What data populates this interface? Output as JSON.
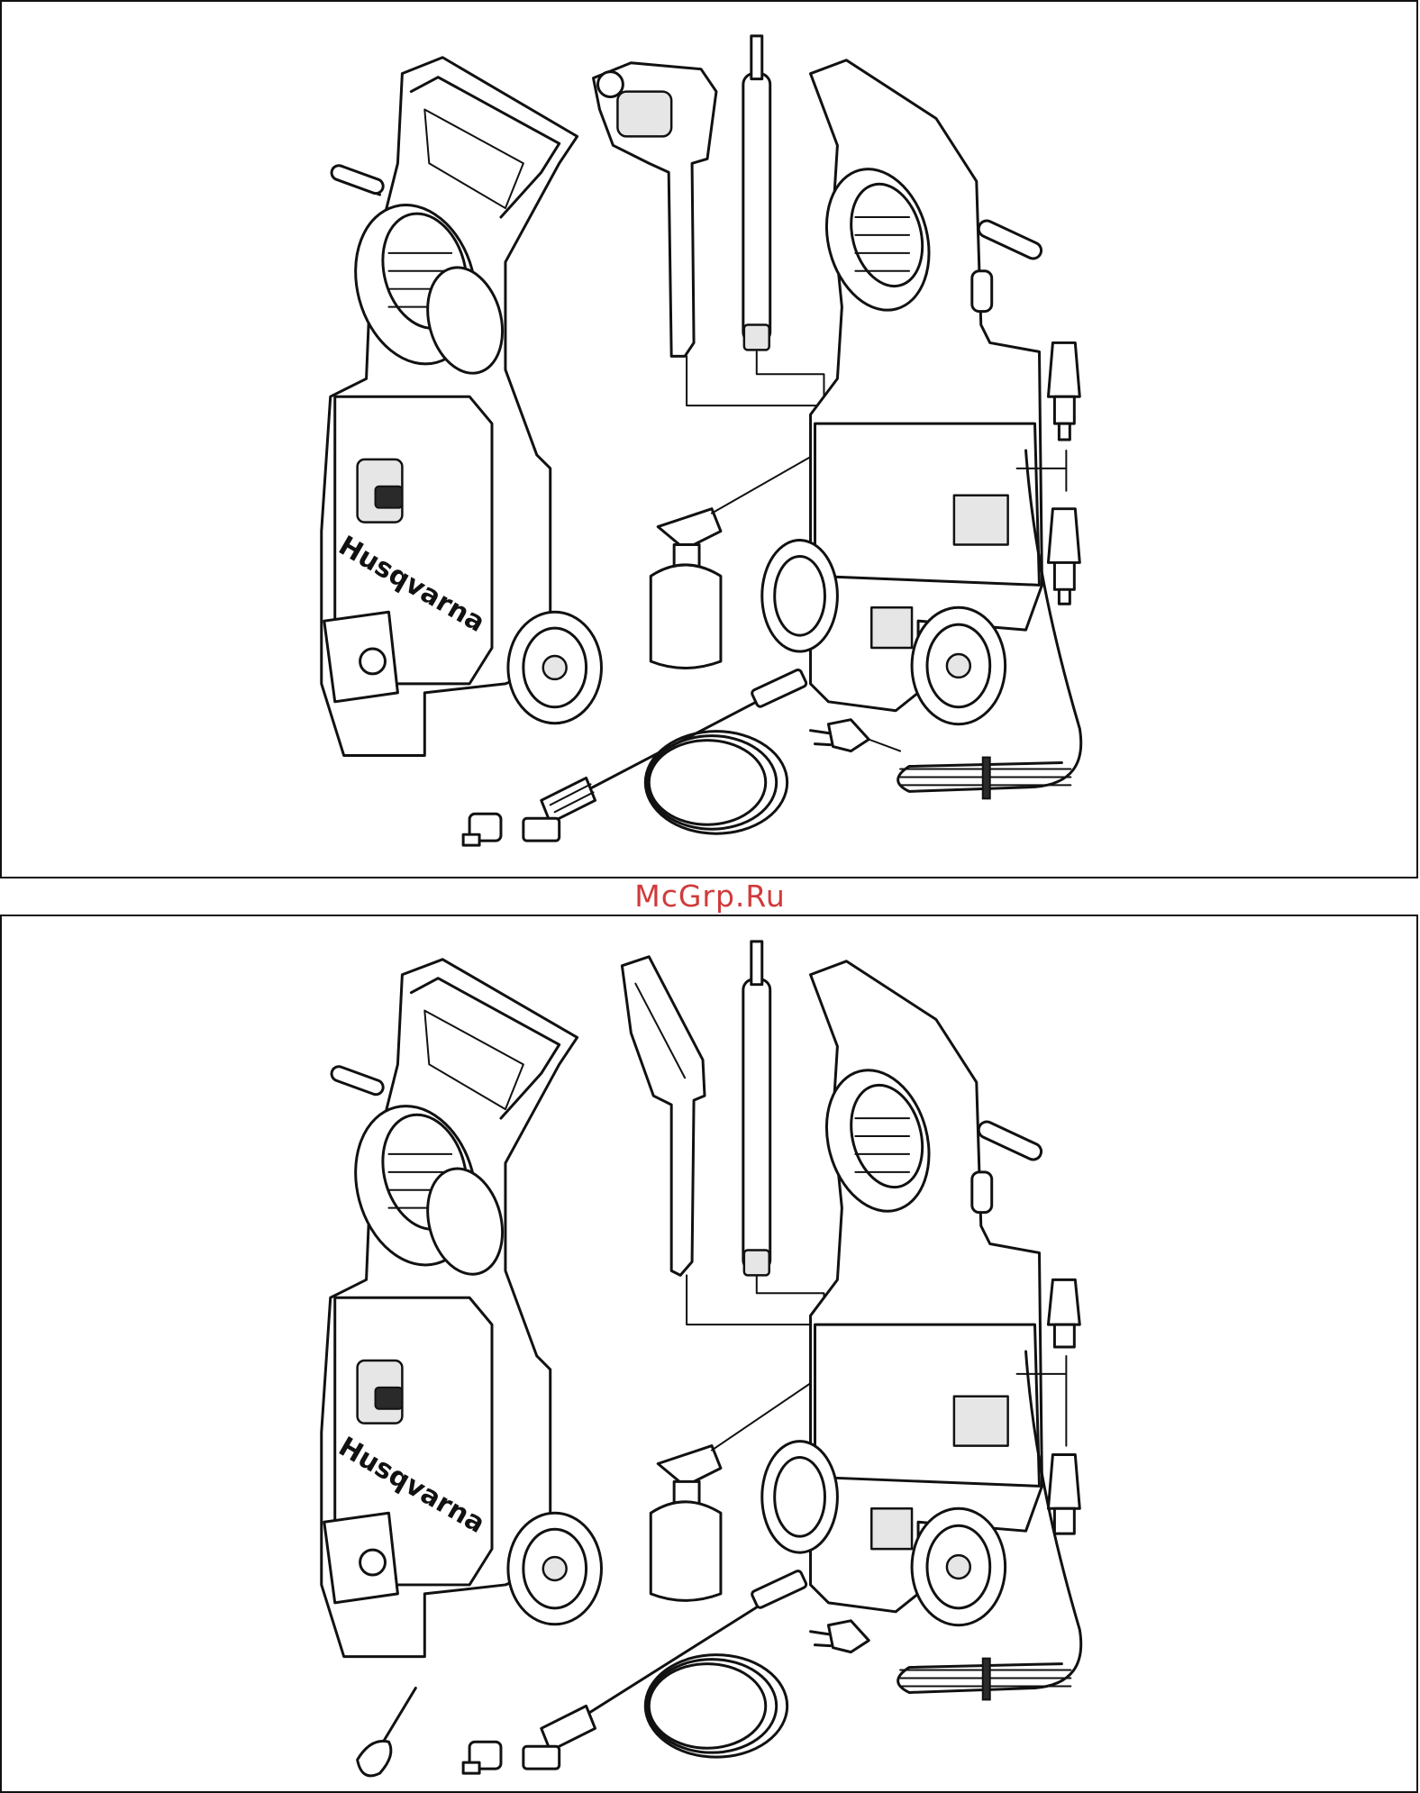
{
  "watermark": {
    "text": "McGrp.Ru",
    "color": "#d13a3a"
  },
  "panels": [
    {
      "brand_text": "Husqvarna"
    },
    {
      "brand_text": "Husqvarna"
    }
  ]
}
